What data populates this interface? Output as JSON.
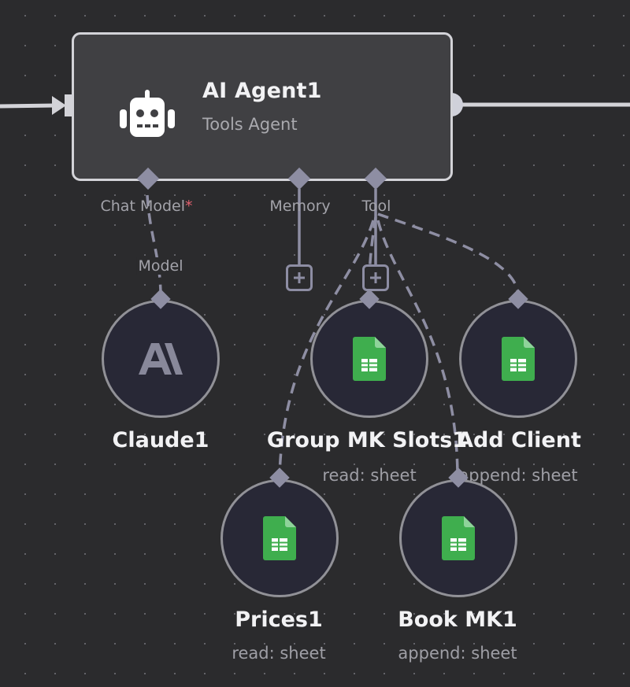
{
  "agent": {
    "title": "AI Agent1",
    "subtitle": "Tools Agent",
    "icon": "robot-icon"
  },
  "ports": {
    "chat_model": "Chat Model",
    "chat_model_required": "*",
    "memory": "Memory",
    "tool": "Tool",
    "model": "Model"
  },
  "add_buttons": {
    "memory_icon": "plus-icon",
    "tool_icon": "plus-icon"
  },
  "nodes": [
    {
      "name": "Claude1",
      "subtitle": "",
      "icon": "anthropic-icon"
    },
    {
      "name": "Group MK Slots1",
      "subtitle": "read: sheet",
      "icon": "google-sheets-icon"
    },
    {
      "name": "Add Client",
      "subtitle": "append: sheet",
      "icon": "google-sheets-icon"
    },
    {
      "name": "Prices1",
      "subtitle": "read: sheet",
      "icon": "google-sheets-icon"
    },
    {
      "name": "Book MK1",
      "subtitle": "append: sheet",
      "icon": "google-sheets-icon"
    }
  ],
  "colors": {
    "background": "#2b2b2d",
    "node_fill": "#404043",
    "node_border": "#d3d3d8",
    "sub_node_fill": "#282836",
    "connector": "#8e8ea3",
    "required": "#e0606e",
    "sheets_green": "#3fae4e"
  }
}
